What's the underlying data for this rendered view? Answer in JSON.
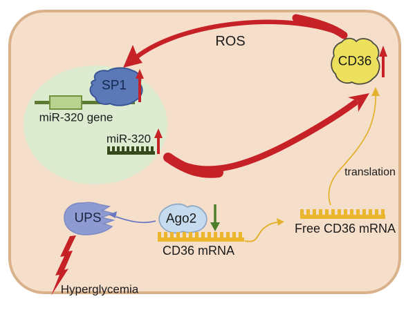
{
  "figure": {
    "type": "signaling-pathway-diagram",
    "description": "Hyperglycemia-induced miR-320 / CD36 positive feedback loop in a cell"
  },
  "colors": {
    "cell_fill": "#f5dfcb",
    "cell_border": "#d9b28b",
    "nucleus_fill": "#ddecd0",
    "arrow_red": "#c62127",
    "arrow_green": "#4d7c2b",
    "arrow_blue": "#6a79c2",
    "mrna_yellow": "#e9b62d",
    "mir_comb_green": "#37481d",
    "sp1_fill": "#5b79b6",
    "cd36_fill": "#ece05c",
    "ups_fill": "#8e9bd2",
    "ago2_fill": "#c7dbee",
    "gene_line": "#5d7a33",
    "gene_box_fill": "#b9d28f",
    "text": "#1a1a1a"
  },
  "nucleus": {
    "sp1": "SP1",
    "gene": "miR-320 gene",
    "mir320": "miR-320"
  },
  "cytoplasm": {
    "ros": "ROS",
    "cd36": "CD36",
    "ups": "UPS",
    "ago2": "Ago2",
    "cd36_mrna": "CD36 mRNA",
    "free_cd36_mrna": "Free CD36 mRNA",
    "translation": "translation",
    "hyperglycemia": "Hyperglycemia"
  },
  "indicators": [
    {
      "target": "SP1",
      "direction": "increase",
      "color": "#c62127"
    },
    {
      "target": "miR-320",
      "direction": "increase",
      "color": "#c62127"
    },
    {
      "target": "CD36",
      "direction": "increase",
      "color": "#c62127"
    },
    {
      "target": "Ago2",
      "direction": "decrease",
      "color": "#4d7c2b"
    }
  ],
  "edges": [
    {
      "from": "CD36",
      "to": "SP1 / nucleus",
      "label": "ROS",
      "style": "thick red curved arrow"
    },
    {
      "from": "miR-320",
      "to": "CD36",
      "label": "",
      "style": "thick red curved arrow"
    },
    {
      "from": "Ago2",
      "to": "UPS",
      "label": "",
      "style": "thin blue arrow"
    },
    {
      "from": "CD36 mRNA",
      "to": "Free CD36 mRNA",
      "label": "",
      "style": "thin yellow curved arrow"
    },
    {
      "from": "Free CD36 mRNA",
      "to": "CD36",
      "label": "translation",
      "style": "thin yellow curved arrow"
    },
    {
      "from": "Hyperglycemia",
      "to": "UPS",
      "label": "Hyperglycemia",
      "style": "red lightning bolt"
    }
  ]
}
